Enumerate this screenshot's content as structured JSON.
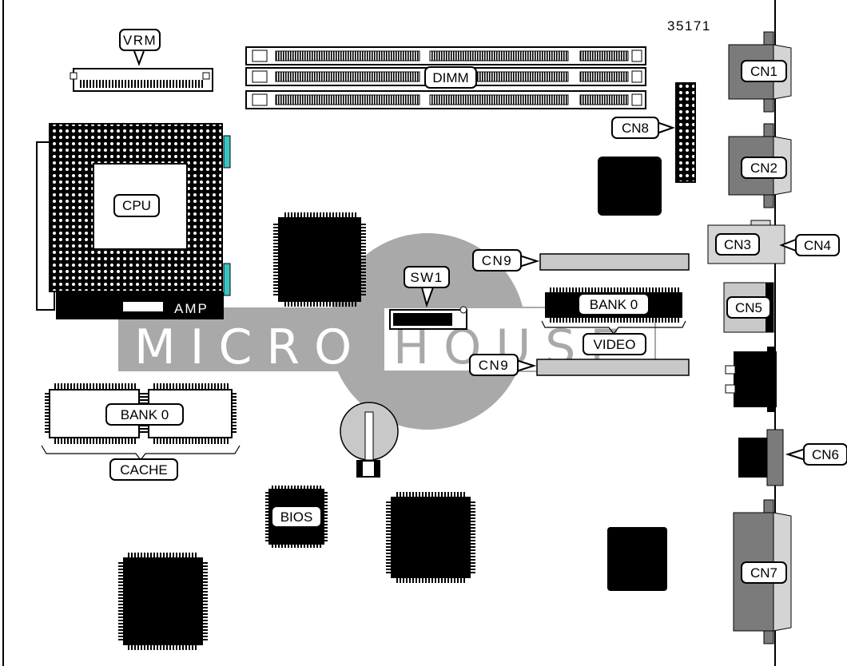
{
  "figure_id": "35171",
  "watermark": {
    "left": "MICRO",
    "right": "HOUSE"
  },
  "amp_mark": "AMP",
  "labels": {
    "vrm": "VRM",
    "dimm": "DIMM",
    "cpu": "CPU",
    "cn1": "CN1",
    "cn2": "CN2",
    "cn3": "CN3",
    "cn4": "CN4",
    "cn5": "CN5",
    "cn6": "CN6",
    "cn7": "CN7",
    "cn8": "CN8",
    "cn9_top": "CN9",
    "cn9_bottom": "CN9",
    "sw1": "SW1",
    "bank0_video": "BANK 0",
    "video": "VIDEO",
    "bank0_cache": "BANK 0",
    "cache": "CACHE",
    "bios": "BIOS"
  },
  "colors": {
    "watermark": "#a9a9a9",
    "teal": "#39c4c4",
    "connector_dark": "#7b7b7b",
    "connector_light": "#d4d4d4"
  }
}
